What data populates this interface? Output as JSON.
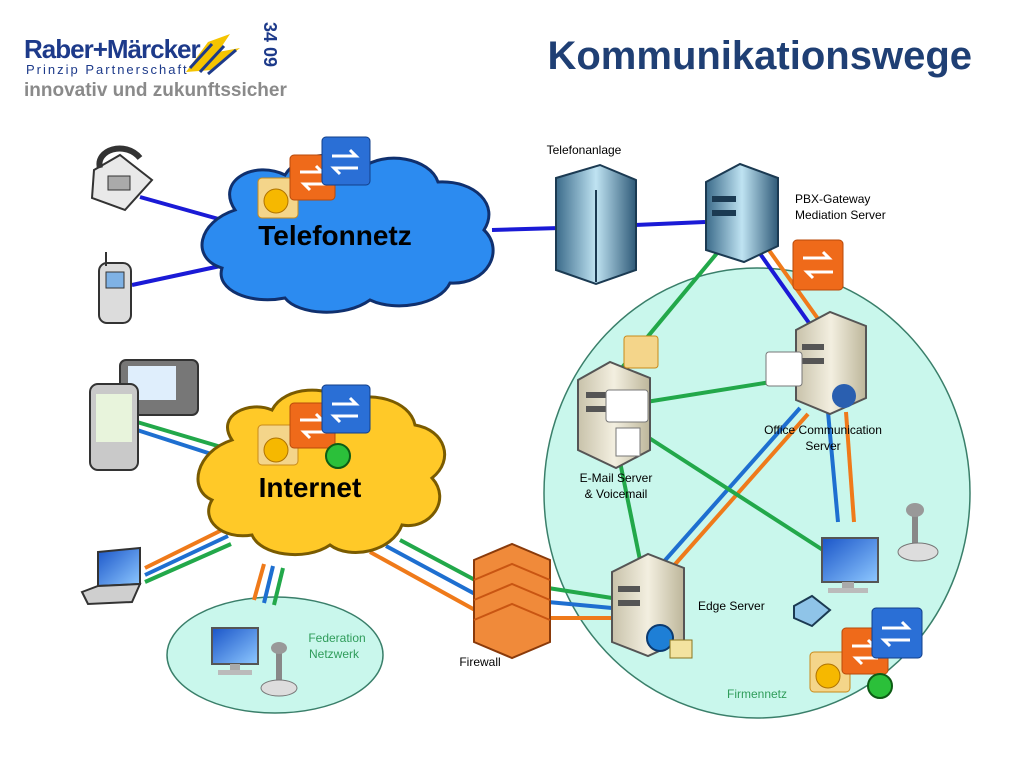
{
  "logo": {
    "brand": "Raber+Märcker",
    "subtitle": "Prinzip Partnerschaft",
    "tagline": "innovativ und zukunftssicher",
    "year": "34 09"
  },
  "title": "Kommunikationswege",
  "clouds": {
    "telefonnetz": "Telefonnetz",
    "internet": "Internet"
  },
  "labels": {
    "telefonanlage": "Telefonanlage",
    "pbx_line1": "PBX-Gateway",
    "pbx_line2": "Mediation Server",
    "ocs_line1": "Office Communication",
    "ocs_line2": "Server",
    "email_line1": "E-Mail Server",
    "email_line2": "& Voicemail",
    "edge": "Edge Server",
    "firewall": "Firewall",
    "federation_line1": "Federation",
    "federation_line2": "Netzwerk",
    "firmennetz": "Firmennetz"
  },
  "colors": {
    "phone_link": "#1a1ad6",
    "data_green": "#22a84a",
    "data_blue": "#1e6fd0",
    "data_orange": "#ef7a1a",
    "cloud_blue": "#2c8bf0",
    "cloud_yellow": "#ffc928",
    "lan_fill": "#c9f7ec",
    "title": "#1f3f74"
  },
  "icons": [
    "desk-phone-icon",
    "mobile-phone-icon",
    "pda-icon",
    "laptop-icon",
    "pbx-cabinet-icon",
    "server-icon",
    "firewall-icon",
    "monitor-icon",
    "microphone-icon",
    "exchange-icon",
    "communicator-icon"
  ]
}
